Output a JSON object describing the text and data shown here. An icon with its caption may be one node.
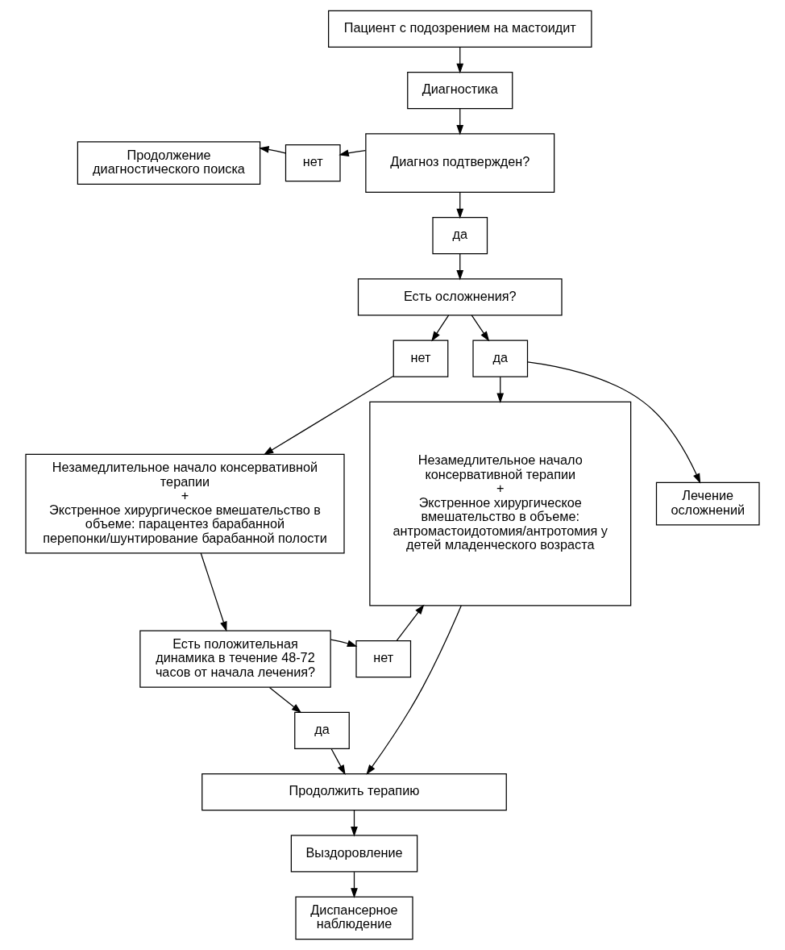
{
  "diagram": {
    "nodes": [
      {
        "text": [
          "Пациент с подозрением на мастоидит"
        ]
      },
      {
        "text": [
          "Диагностика"
        ]
      },
      {
        "text": [
          "Продолжение диагностического поиска"
        ]
      },
      {
        "text": [
          "нет"
        ]
      },
      {
        "text": [
          "Диагноз подтвержден?"
        ]
      },
      {
        "text": [
          "да"
        ]
      },
      {
        "text": [
          "Есть осложнения?"
        ]
      },
      {
        "text": [
          "нет"
        ]
      },
      {
        "text": [
          "да"
        ]
      },
      {
        "text": [
          "Незамедлительное начало консервативной терапии",
          "+",
          "Экстренное хирургическое вмешательство в объеме: парацентез барабанной перепонки/шунтирование барабанной полости"
        ]
      },
      {
        "text": [
          "Незамедлительное начало консервативной терапии",
          "+",
          "Экстренное хирургическое вмешательство в объеме: антромастоидотомия/антротомия у детей младенческого возраста"
        ]
      },
      {
        "text": [
          "Лечение осложнений"
        ]
      },
      {
        "text": [
          "Есть положительная динамика в течение 48-72 часов от начала лечения?"
        ]
      },
      {
        "text": [
          "нет"
        ]
      },
      {
        "text": [
          "да"
        ]
      },
      {
        "text": [
          "Продолжить терапию"
        ]
      },
      {
        "text": [
          "Выздоровление"
        ]
      },
      {
        "text": [
          "Диспансерное наблюдение"
        ]
      }
    ],
    "edges": [
      {
        "from": 0,
        "to": 1,
        "arrow": "to"
      },
      {
        "from": 1,
        "to": 4,
        "arrow": "to"
      },
      {
        "from": 4,
        "to": 3,
        "arrow": "to"
      },
      {
        "from": 3,
        "to": 2,
        "arrow": "to"
      },
      {
        "from": 4,
        "to": 5,
        "arrow": "to"
      },
      {
        "from": 5,
        "to": 6,
        "arrow": "to"
      },
      {
        "from": 6,
        "to": 7,
        "arrow": "to"
      },
      {
        "from": 6,
        "to": 8,
        "arrow": "to"
      },
      {
        "from": 7,
        "to": 9,
        "arrow": "to"
      },
      {
        "from": 8,
        "to": 10,
        "arrow": "to"
      },
      {
        "from": 8,
        "to": 11,
        "arrow": "to"
      },
      {
        "from": 9,
        "to": 12,
        "arrow": "to"
      },
      {
        "from": 12,
        "to": 13,
        "arrow": "to"
      },
      {
        "from": 12,
        "to": 14,
        "arrow": "to"
      },
      {
        "from": 13,
        "to": 10,
        "arrow": "to"
      },
      {
        "from": 14,
        "to": 15,
        "arrow": "to"
      },
      {
        "from": 10,
        "to": 15,
        "arrow": "to"
      },
      {
        "from": 15,
        "to": 16,
        "arrow": "to"
      },
      {
        "from": 16,
        "to": 17,
        "arrow": "to"
      }
    ]
  }
}
